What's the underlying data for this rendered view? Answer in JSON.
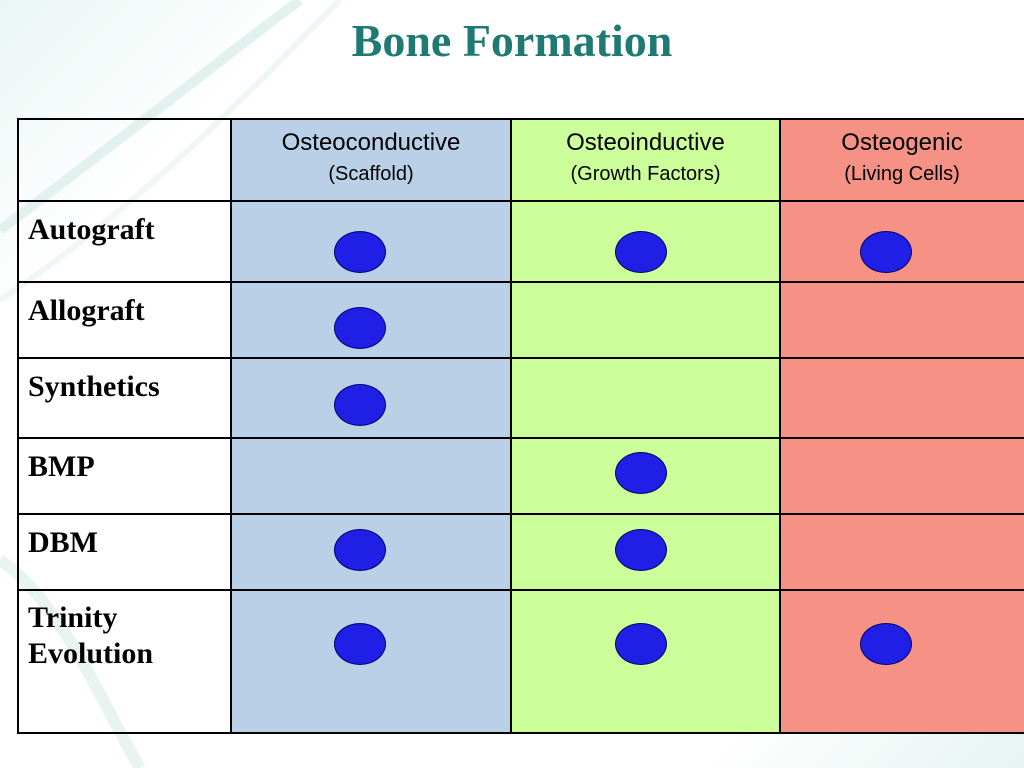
{
  "title": "Bone Formation",
  "columns": [
    {
      "label": "Osteoconductive",
      "sublabel": "(Scaffold)"
    },
    {
      "label": "Osteoinductive",
      "sublabel": "(Growth Factors)"
    },
    {
      "label": "Osteogenic",
      "sublabel": "(Living Cells)"
    }
  ],
  "rows": [
    {
      "label": "Autograft",
      "marks": [
        true,
        true,
        true
      ]
    },
    {
      "label": "Allograft",
      "marks": [
        true,
        false,
        false
      ]
    },
    {
      "label": "Synthetics",
      "marks": [
        true,
        false,
        false
      ]
    },
    {
      "label": "BMP",
      "marks": [
        false,
        true,
        false
      ]
    },
    {
      "label": "DBM",
      "marks": [
        true,
        true,
        false
      ]
    },
    {
      "label": "Trinity Evolution",
      "marks": [
        true,
        true,
        true
      ]
    }
  ],
  "colors": {
    "title": "#1e7a72",
    "col_osteoconductive": "#b9d0e6",
    "col_osteoinductive": "#ccff99",
    "col_osteogenic": "#f69285",
    "mark": "#1f1fe6"
  },
  "mark_icon": "filled-circle-icon"
}
